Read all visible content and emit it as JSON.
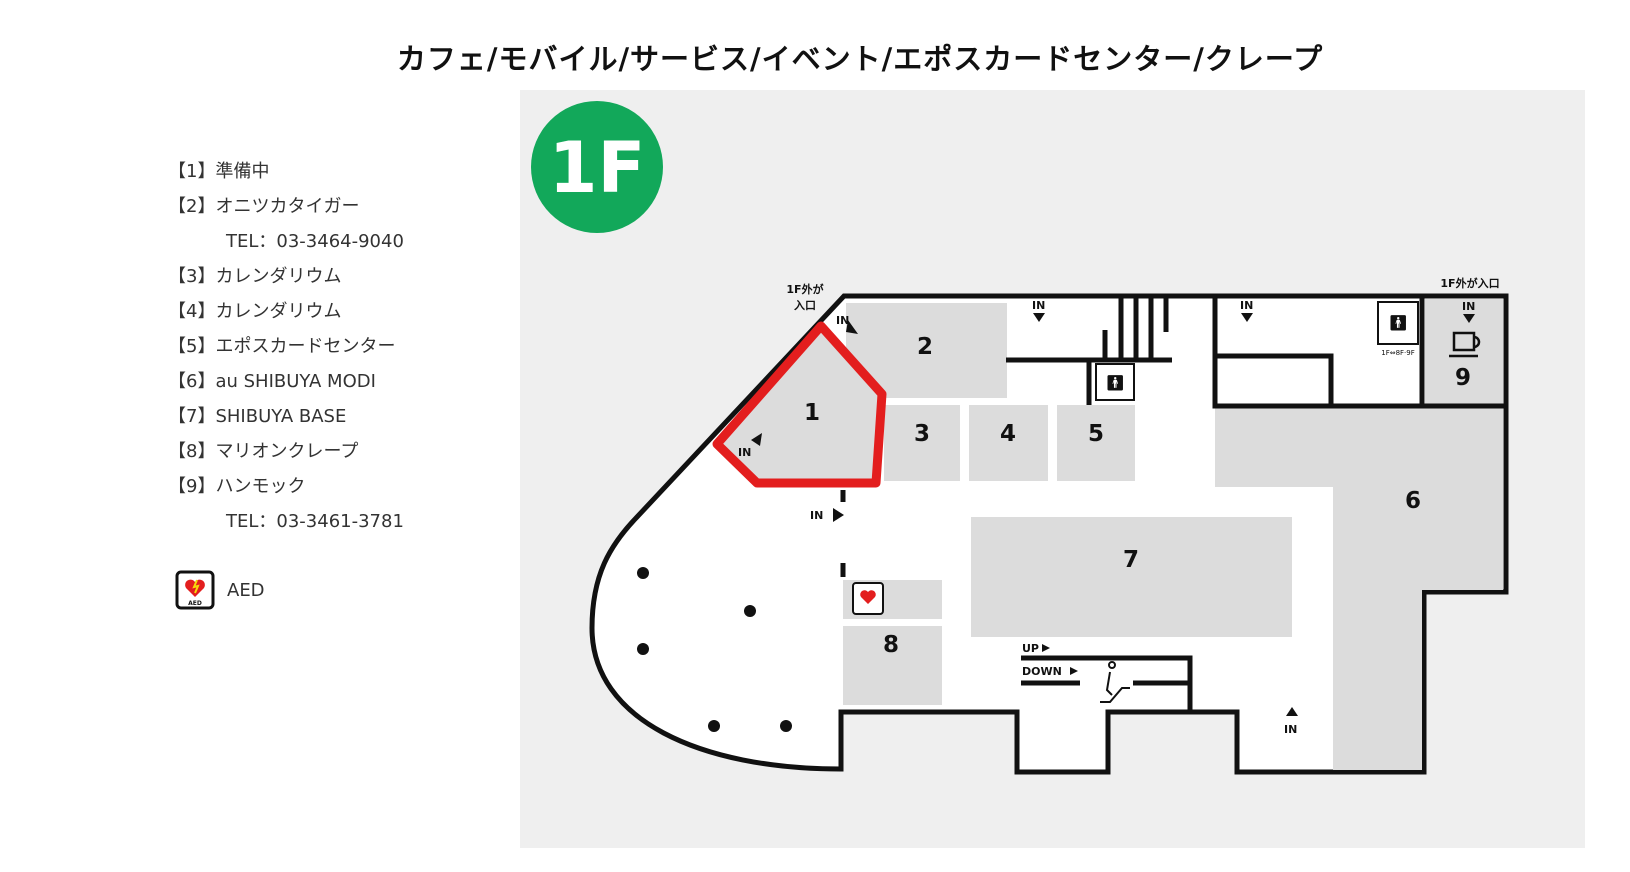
{
  "title": "カフェ/モバイル/サービス/イベント/エポスカードセンター/クレープ",
  "floor_badge": {
    "label": "1F",
    "color": "#12a85a"
  },
  "legend": [
    {
      "key": "【1】",
      "name": "準備中"
    },
    {
      "key": "【2】",
      "name": "オニツカタイガー",
      "tel": "TEL：03-3464-9040"
    },
    {
      "key": "【3】",
      "name": "カレンダリウム"
    },
    {
      "key": "【4】",
      "name": "カレンダリウム"
    },
    {
      "key": "【5】",
      "name": "エポスカードセンター"
    },
    {
      "key": "【6】",
      "name": "au  SHIBUYA MODI"
    },
    {
      "key": "【7】",
      "name": "SHIBUYA BASE"
    },
    {
      "key": "【8】",
      "name": "マリオンクレープ"
    },
    {
      "key": "【9】",
      "name": "ハンモック",
      "tel": "TEL：03-3461-3781"
    }
  ],
  "aed": {
    "label": "AED",
    "icon": "aed-heart-icon"
  },
  "map": {
    "units": [
      "1",
      "2",
      "3",
      "4",
      "5",
      "6",
      "7",
      "8",
      "9"
    ],
    "highlight_unit": "1",
    "highlight_color": "#e31e1e",
    "entrance_outside_left": [
      "1F外が",
      "入口"
    ],
    "entrance_outside_right": "1F外が入口",
    "in_label": "IN",
    "escalator_up": "UP",
    "escalator_down": "DOWN",
    "elevator_caption": "1F⇔8F·9F",
    "icons": [
      "elevator-icon",
      "escalator-icon",
      "cafe-cup-icon",
      "aed-icon",
      "stairs-icon"
    ]
  }
}
